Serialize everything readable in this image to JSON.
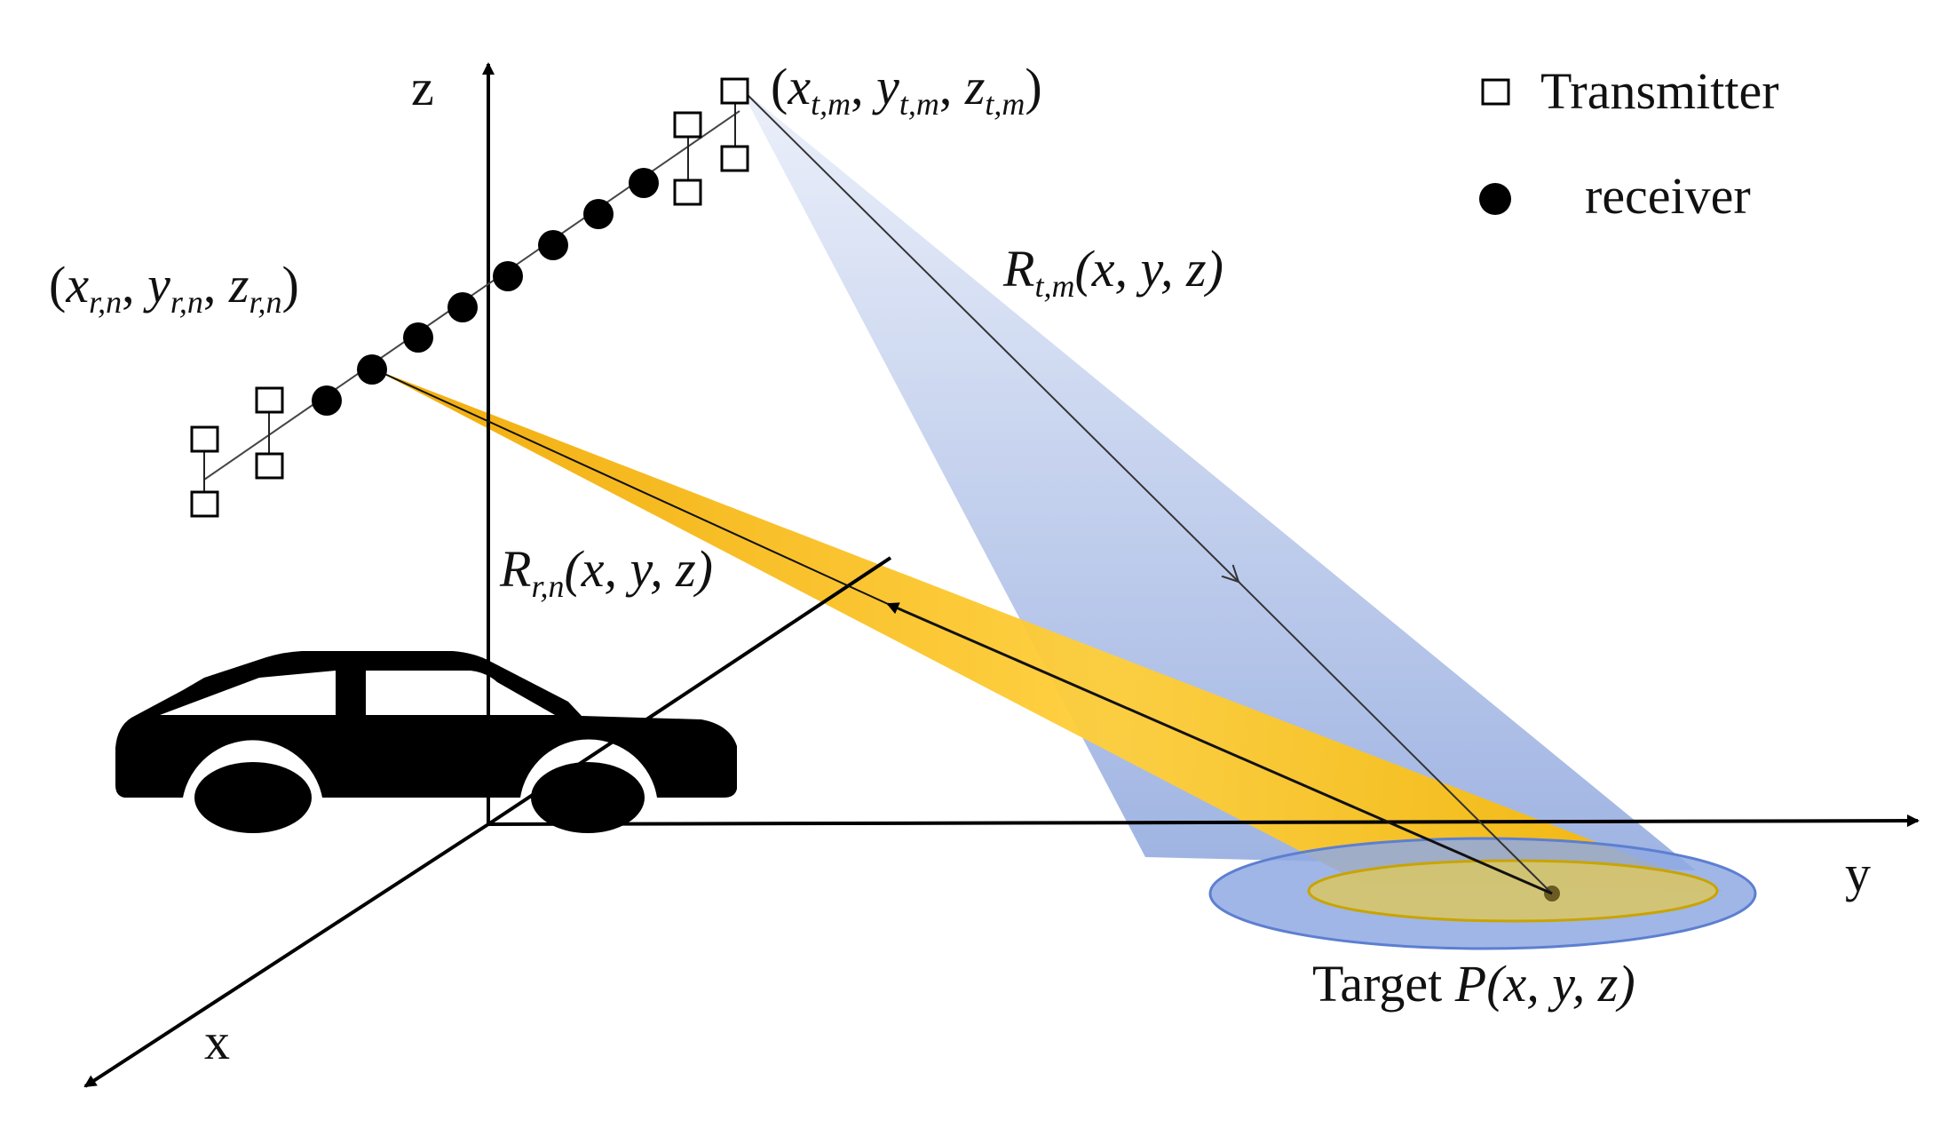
{
  "axes": {
    "x": "x",
    "y": "y",
    "z": "z"
  },
  "legend": {
    "transmitter": "Transmitter",
    "receiver": "receiver"
  },
  "labels": {
    "tx_coord": {
      "x": "x",
      "x_sub": "t,m",
      "y": "y",
      "y_sub": "t,m",
      "z": "z",
      "z_sub": "t,m"
    },
    "rx_coord": {
      "x": "x",
      "x_sub": "r,n",
      "y": "y",
      "y_sub": "r,n",
      "z": "z",
      "z_sub": "r,n"
    },
    "r_tm": {
      "symbol": "R",
      "sub": "t,m",
      "args": "(x, y, z)"
    },
    "r_rn": {
      "symbol": "R",
      "sub": "r,n",
      "args": "(x, y, z)"
    },
    "target": {
      "word": "Target",
      "symbol": "P",
      "args": "(x, y, z)"
    }
  },
  "colors": {
    "tx_beam": "#8ea6dc",
    "rx_beam": "#f8b300",
    "target_outer": "#8fa9e3",
    "target_inner": "#d6c56a",
    "car": "#000000"
  },
  "icons": {
    "transmitter": "square-outline",
    "receiver": "filled-circle",
    "vehicle": "car-icon"
  }
}
